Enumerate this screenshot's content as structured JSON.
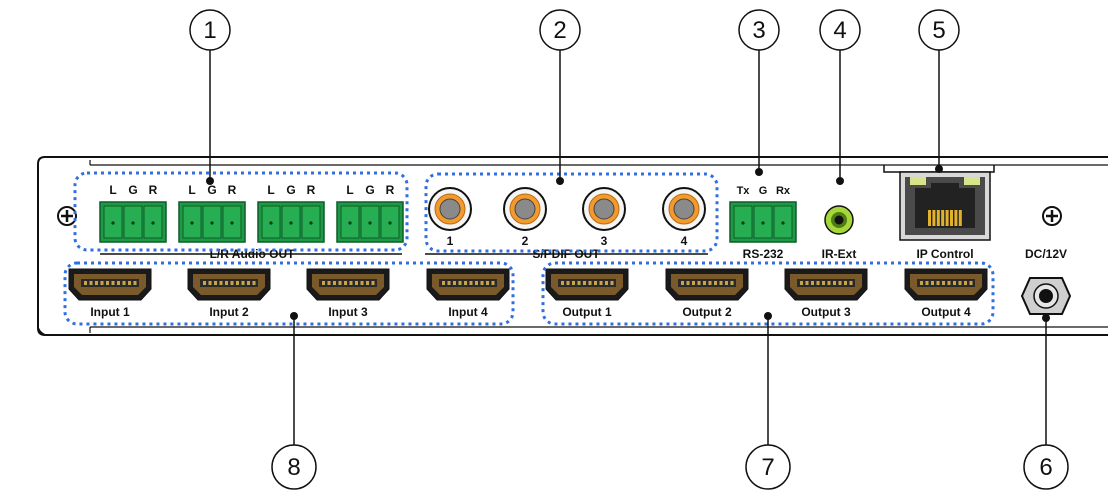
{
  "callouts": [
    "1",
    "2",
    "3",
    "4",
    "5",
    "6",
    "7",
    "8"
  ],
  "audio": {
    "pin_labels": [
      "L",
      "G",
      "R"
    ],
    "group_label": "L/R Audio OUT"
  },
  "spdif": {
    "jack_labels": [
      "1",
      "2",
      "3",
      "4"
    ],
    "group_label": "S/PDIF OUT"
  },
  "rs232": {
    "pin_labels": [
      "Tx",
      "G",
      "Rx"
    ],
    "label": "RS-232"
  },
  "ir": {
    "label": "IR-Ext"
  },
  "ip": {
    "label": "IP Control"
  },
  "dc": {
    "label": "DC/12V"
  },
  "inputs": [
    "Input 1",
    "Input 2",
    "Input 3",
    "Input 4"
  ],
  "outputs": [
    "Output 1",
    "Output 2",
    "Output 3",
    "Output 4"
  ],
  "colors": {
    "terminal_green": "#1e9a46",
    "rca_orange": "#f29a2e",
    "ir_green": "#a5d63a",
    "dashed_blue": "#2f6fe0",
    "panel_outline": "#111111"
  }
}
